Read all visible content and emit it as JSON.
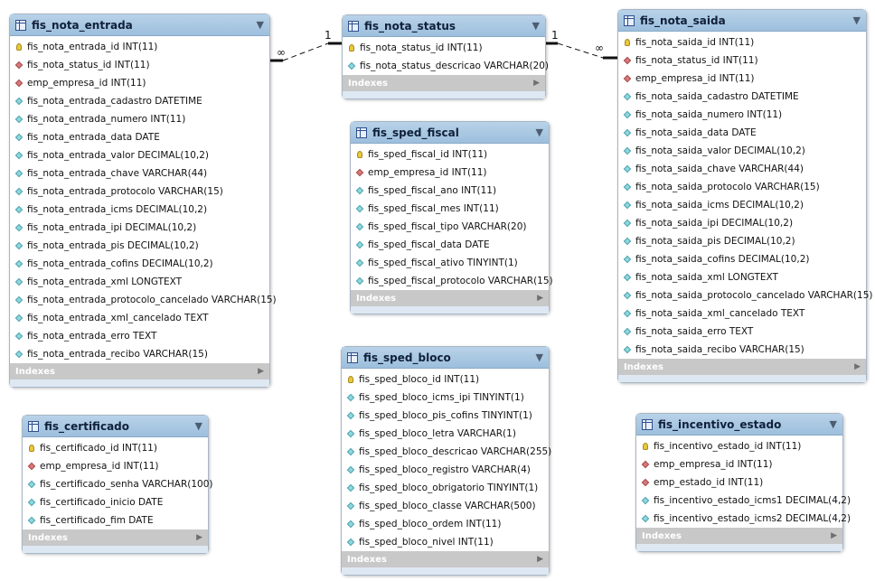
{
  "tables": [
    {
      "name": "fis_nota_entrada",
      "indexes_label": "Indexes",
      "columns": [
        {
          "icon": "pk",
          "text": "fis_nota_entrada_id INT(11)"
        },
        {
          "icon": "fk",
          "text": "fis_nota_status_id INT(11)"
        },
        {
          "icon": "fk",
          "text": "emp_empresa_id INT(11)"
        },
        {
          "icon": "col",
          "text": "fis_nota_entrada_cadastro DATETIME"
        },
        {
          "icon": "col",
          "text": "fis_nota_entrada_numero INT(11)"
        },
        {
          "icon": "col",
          "text": "fis_nota_entrada_data DATE"
        },
        {
          "icon": "col",
          "text": "fis_nota_entrada_valor DECIMAL(10,2)"
        },
        {
          "icon": "col",
          "text": "fis_nota_entrada_chave VARCHAR(44)"
        },
        {
          "icon": "col",
          "text": "fis_nota_entrada_protocolo VARCHAR(15)"
        },
        {
          "icon": "col",
          "text": "fis_nota_entrada_icms DECIMAL(10,2)"
        },
        {
          "icon": "col",
          "text": "fis_nota_entrada_ipi DECIMAL(10,2)"
        },
        {
          "icon": "col",
          "text": "fis_nota_entrada_pis DECIMAL(10,2)"
        },
        {
          "icon": "col",
          "text": "fis_nota_entrada_cofins DECIMAL(10,2)"
        },
        {
          "icon": "col",
          "text": "fis_nota_entrada_xml LONGTEXT"
        },
        {
          "icon": "col",
          "text": "fis_nota_entrada_protocolo_cancelado VARCHAR(15)"
        },
        {
          "icon": "col",
          "text": "fis_nota_entrada_xml_cancelado TEXT"
        },
        {
          "icon": "col",
          "text": "fis_nota_entrada_erro TEXT"
        },
        {
          "icon": "col",
          "text": "fis_nota_entrada_recibo VARCHAR(15)"
        }
      ]
    },
    {
      "name": "fis_nota_status",
      "indexes_label": "Indexes",
      "columns": [
        {
          "icon": "pk",
          "text": "fis_nota_status_id INT(11)"
        },
        {
          "icon": "col",
          "text": "fis_nota_status_descricao VARCHAR(20)"
        }
      ]
    },
    {
      "name": "fis_nota_saida",
      "indexes_label": "Indexes",
      "columns": [
        {
          "icon": "pk",
          "text": "fis_nota_saida_id INT(11)"
        },
        {
          "icon": "fk",
          "text": "fis_nota_status_id INT(11)"
        },
        {
          "icon": "fk",
          "text": "emp_empresa_id INT(11)"
        },
        {
          "icon": "col",
          "text": "fis_nota_saida_cadastro DATETIME"
        },
        {
          "icon": "col",
          "text": "fis_nota_saida_numero INT(11)"
        },
        {
          "icon": "col",
          "text": "fis_nota_saida_data DATE"
        },
        {
          "icon": "col",
          "text": "fis_nota_saida_valor DECIMAL(10,2)"
        },
        {
          "icon": "col",
          "text": "fis_nota_saida_chave VARCHAR(44)"
        },
        {
          "icon": "col",
          "text": "fis_nota_saida_protocolo VARCHAR(15)"
        },
        {
          "icon": "col",
          "text": "fis_nota_saida_icms DECIMAL(10,2)"
        },
        {
          "icon": "col",
          "text": "fis_nota_saida_ipi DECIMAL(10,2)"
        },
        {
          "icon": "col",
          "text": "fis_nota_saida_pis DECIMAL(10,2)"
        },
        {
          "icon": "col",
          "text": "fis_nota_saida_cofins DECIMAL(10,2)"
        },
        {
          "icon": "col",
          "text": "fis_nota_saida_xml LONGTEXT"
        },
        {
          "icon": "col",
          "text": "fis_nota_saida_protocolo_cancelado VARCHAR(15)"
        },
        {
          "icon": "col",
          "text": "fis_nota_saida_xml_cancelado TEXT"
        },
        {
          "icon": "col",
          "text": "fis_nota_saida_erro TEXT"
        },
        {
          "icon": "col",
          "text": "fis_nota_saida_recibo VARCHAR(15)"
        }
      ]
    },
    {
      "name": "fis_sped_fiscal",
      "indexes_label": "Indexes",
      "columns": [
        {
          "icon": "pk",
          "text": "fis_sped_fiscal_id INT(11)"
        },
        {
          "icon": "fk",
          "text": "emp_empresa_id INT(11)"
        },
        {
          "icon": "col",
          "text": "fis_sped_fiscal_ano INT(11)"
        },
        {
          "icon": "col",
          "text": "fis_sped_fiscal_mes INT(11)"
        },
        {
          "icon": "col",
          "text": "fis_sped_fiscal_tipo VARCHAR(20)"
        },
        {
          "icon": "col",
          "text": "fis_sped_fiscal_data DATE"
        },
        {
          "icon": "col",
          "text": "fis_sped_fiscal_ativo TINYINT(1)"
        },
        {
          "icon": "col",
          "text": "fis_sped_fiscal_protocolo VARCHAR(15)"
        }
      ]
    },
    {
      "name": "fis_sped_bloco",
      "indexes_label": "Indexes",
      "columns": [
        {
          "icon": "pk",
          "text": "fis_sped_bloco_id INT(11)"
        },
        {
          "icon": "col",
          "text": "fis_sped_bloco_icms_ipi TINYINT(1)"
        },
        {
          "icon": "col",
          "text": "fis_sped_bloco_pis_cofins TINYINT(1)"
        },
        {
          "icon": "col",
          "text": "fis_sped_bloco_letra VARCHAR(1)"
        },
        {
          "icon": "col",
          "text": "fis_sped_bloco_descricao VARCHAR(255)"
        },
        {
          "icon": "col",
          "text": "fis_sped_bloco_registro VARCHAR(4)"
        },
        {
          "icon": "col",
          "text": "fis_sped_bloco_obrigatorio TINYINT(1)"
        },
        {
          "icon": "col",
          "text": "fis_sped_bloco_classe VARCHAR(500)"
        },
        {
          "icon": "col",
          "text": "fis_sped_bloco_ordem INT(11)"
        },
        {
          "icon": "col",
          "text": "fis_sped_bloco_nivel INT(11)"
        }
      ]
    },
    {
      "name": "fis_certificado",
      "indexes_label": "Indexes",
      "columns": [
        {
          "icon": "pk",
          "text": "fis_certificado_id INT(11)"
        },
        {
          "icon": "fk",
          "text": "emp_empresa_id INT(11)"
        },
        {
          "icon": "col",
          "text": "fis_certificado_senha VARCHAR(100)"
        },
        {
          "icon": "col",
          "text": "fis_certificado_inicio DATE"
        },
        {
          "icon": "col",
          "text": "fis_certificado_fim DATE"
        }
      ]
    },
    {
      "name": "fis_incentivo_estado",
      "indexes_label": "Indexes",
      "columns": [
        {
          "icon": "pk",
          "text": "fis_incentivo_estado_id INT(11)"
        },
        {
          "icon": "fk",
          "text": "emp_empresa_id INT(11)"
        },
        {
          "icon": "fk",
          "text": "emp_estado_id INT(11)"
        },
        {
          "icon": "col",
          "text": "fis_incentivo_estado_icms1 DECIMAL(4,2)"
        },
        {
          "icon": "col",
          "text": "fis_incentivo_estado_icms2 DECIMAL(4,2)"
        }
      ]
    }
  ],
  "relations": [
    {
      "from": "fis_nota_entrada",
      "to": "fis_nota_status",
      "from_card": "∞",
      "to_card": "1"
    },
    {
      "from": "fis_nota_saida",
      "to": "fis_nota_status",
      "from_card": "∞",
      "to_card": "1"
    }
  ]
}
